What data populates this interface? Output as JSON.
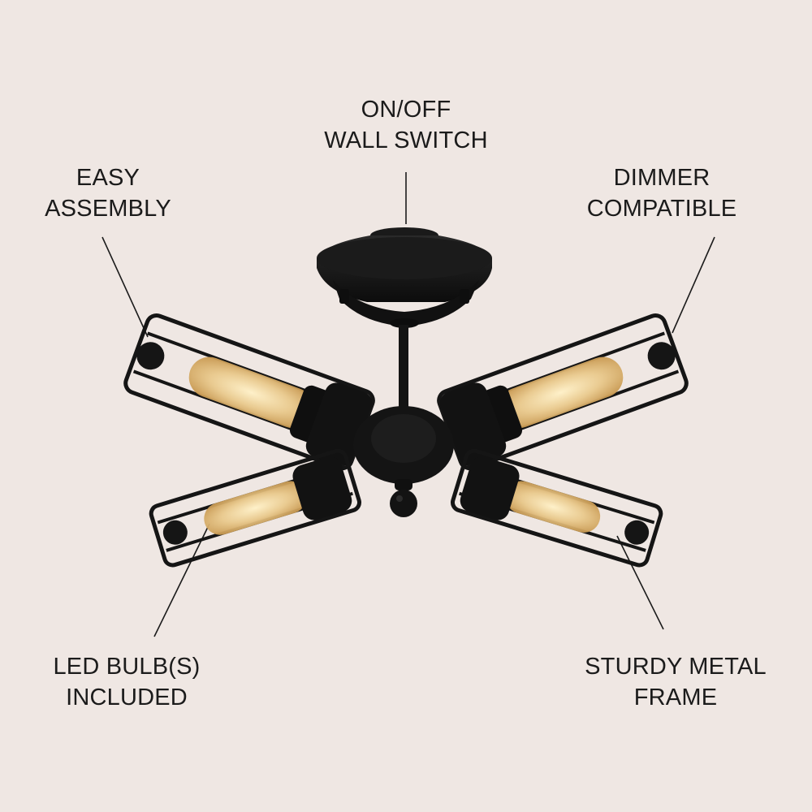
{
  "background_color": "#efe7e3",
  "fixture_color": "#151515",
  "bulb_color": "#e6c48a",
  "callouts": {
    "switch": {
      "line1": "ON/OFF",
      "line2": "WALL SWITCH"
    },
    "assembly": {
      "line1": "EASY",
      "line2": "ASSEMBLY"
    },
    "dimmer": {
      "line1": "DIMMER",
      "line2": "COMPATIBLE"
    },
    "bulbs": {
      "line1": "LED BULB(S)",
      "line2": "INCLUDED"
    },
    "frame": {
      "line1": "STURDY METAL",
      "line2": "FRAME"
    }
  }
}
